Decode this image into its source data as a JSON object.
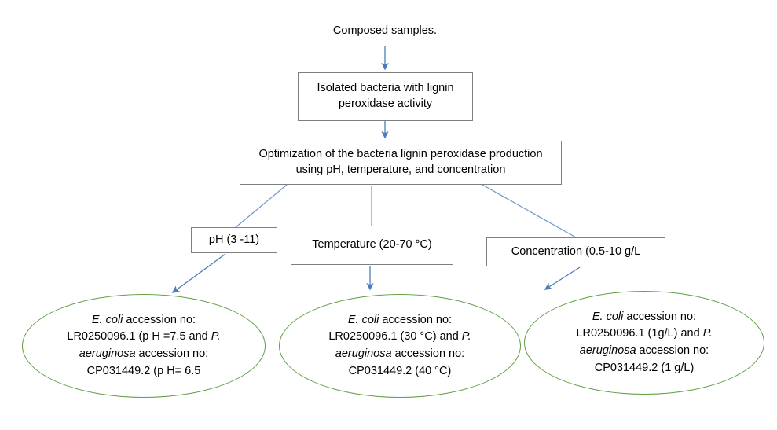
{
  "diagram": {
    "title": "Lignin peroxidase optimization flowchart",
    "colors": {
      "box_border": "#7f7f7f",
      "ellipse_border": "#5f9e41",
      "arrow": "#4a7ebb",
      "text": "#000000",
      "background": "#ffffff"
    },
    "nodes": {
      "composed": {
        "label": "Composed samples.",
        "shape": "rectangle"
      },
      "isolated": {
        "label": "Isolated bacteria with lignin\nperoxidase activity",
        "shape": "rectangle"
      },
      "optimization": {
        "label": "Optimization of the bacteria lignin peroxidase production\nusing pH, temperature, and concentration",
        "shape": "rectangle"
      },
      "ph_param": {
        "label": "pH (3 -11)",
        "shape": "rectangle"
      },
      "temperature_param": {
        "label": "Temperature (20-70 °C)",
        "shape": "rectangle"
      },
      "concentration_param": {
        "label": "Concentration (0.5-10 g/L",
        "shape": "rectangle"
      }
    },
    "results": {
      "ph_result": {
        "shape": "ellipse",
        "lines": [
          {
            "segments": [
              {
                "text": "E. coli",
                "italic": true
              },
              {
                "text": " accession no:",
                "italic": false
              }
            ]
          },
          {
            "segments": [
              {
                "text": "LR0250096.1 (p H =7.5 and ",
                "italic": false
              },
              {
                "text": "P.",
                "italic": true
              }
            ]
          },
          {
            "segments": [
              {
                "text": "aeruginosa",
                "italic": true
              },
              {
                "text": " accession no:",
                "italic": false
              }
            ]
          },
          {
            "segments": [
              {
                "text": "CP031449.2 (p H= 6.5",
                "italic": false
              }
            ]
          }
        ]
      },
      "temperature_result": {
        "shape": "ellipse",
        "lines": [
          {
            "segments": [
              {
                "text": "E. coli",
                "italic": true
              },
              {
                "text": " accession no:",
                "italic": false
              }
            ]
          },
          {
            "segments": [
              {
                "text": "LR0250096.1 (30 °C) and ",
                "italic": false
              },
              {
                "text": "P.",
                "italic": true
              }
            ]
          },
          {
            "segments": [
              {
                "text": "aeruginosa",
                "italic": true
              },
              {
                "text": " accession no:",
                "italic": false
              }
            ]
          },
          {
            "segments": [
              {
                "text": "CP031449.2 (40 °C)",
                "italic": false
              }
            ]
          }
        ]
      },
      "concentration_result": {
        "shape": "ellipse",
        "lines": [
          {
            "segments": [
              {
                "text": "E. coli",
                "italic": true
              },
              {
                "text": " accession no:",
                "italic": false
              }
            ]
          },
          {
            "segments": [
              {
                "text": "LR0250096.1 (1g/L) and ",
                "italic": false
              },
              {
                "text": "P.",
                "italic": true
              }
            ]
          },
          {
            "segments": [
              {
                "text": "aeruginosa",
                "italic": true
              },
              {
                "text": " accession no:",
                "italic": false
              }
            ]
          },
          {
            "segments": [
              {
                "text": "CP031449.2 (1 g/L)",
                "italic": false
              }
            ]
          }
        ]
      }
    },
    "edges": [
      {
        "name": "composed-to-isolated",
        "arrowhead": true
      },
      {
        "name": "isolated-to-optimization",
        "arrowhead": true
      },
      {
        "name": "optimization-to-ph-param",
        "arrowhead": false
      },
      {
        "name": "optimization-to-temperature-param",
        "arrowhead": false
      },
      {
        "name": "optimization-to-concentration-param",
        "arrowhead": false
      },
      {
        "name": "ph-param-to-ph-result",
        "arrowhead": true
      },
      {
        "name": "temperature-param-to-temperature-result",
        "arrowhead": true
      },
      {
        "name": "concentration-param-to-concentration-result",
        "arrowhead": true
      }
    ]
  }
}
